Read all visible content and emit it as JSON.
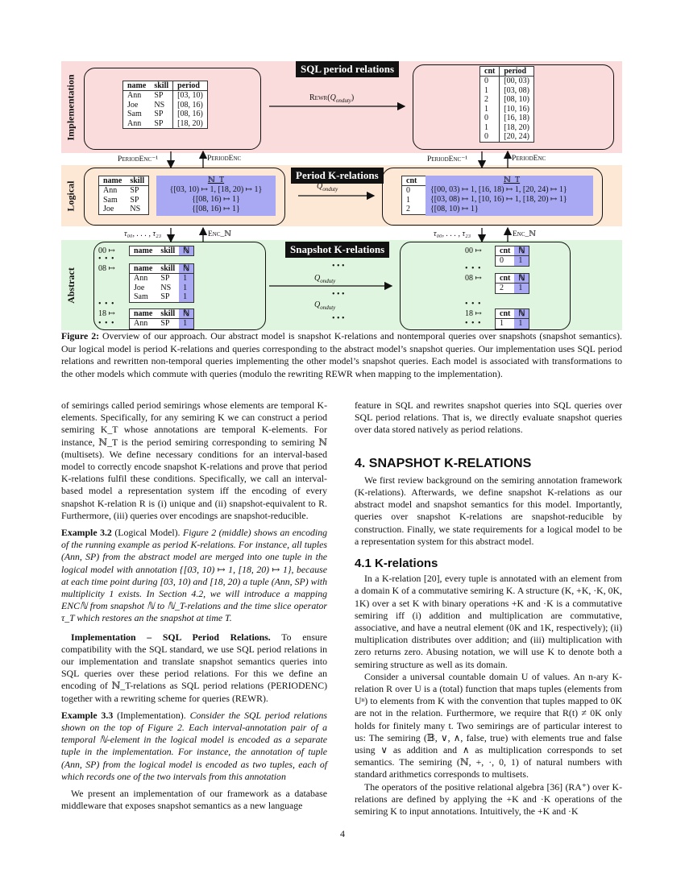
{
  "figure": {
    "band_labels": {
      "implementation": "Implementation",
      "logical": "Logical",
      "abstract": "Abstract"
    },
    "titles": {
      "sql": "SQL period relations",
      "period": "Period K-relations",
      "snapshot": "Snapshot K-relations"
    },
    "impl_left": {
      "headers": [
        "name",
        "skill",
        "period"
      ],
      "rows": [
        [
          "Ann",
          "SP",
          "[03, 10)"
        ],
        [
          "Joe",
          "NS",
          "[08, 16)"
        ],
        [
          "Sam",
          "SP",
          "[08, 16)"
        ],
        [
          "Ann",
          "SP",
          "[18, 20)"
        ]
      ]
    },
    "impl_right": {
      "headers": [
        "cnt",
        "period"
      ],
      "rows": [
        [
          "0",
          "[00, 03)"
        ],
        [
          "1",
          "[03, 08)"
        ],
        [
          "2",
          "[08, 10)"
        ],
        [
          "1",
          "[10, 16)"
        ],
        [
          "0",
          "[16, 18)"
        ],
        [
          "1",
          "[18, 20)"
        ],
        [
          "0",
          "[20, 24)"
        ]
      ]
    },
    "rewr_label": "Rewr(Q_onduty)",
    "enc_left_down": "PeriodEnc⁻¹",
    "enc_left_up": "PeriodEnc",
    "enc_right_down": "PeriodEnc⁻¹",
    "enc_right_up": "PeriodEnc",
    "log_left": {
      "headers": [
        "name",
        "skill"
      ],
      "rows": [
        [
          "Ann",
          "SP"
        ],
        [
          "Sam",
          "SP"
        ],
        [
          "Joe",
          "NS"
        ]
      ],
      "annot_header": "ℕ_T",
      "annots": [
        "{[03, 10) ↦ 1, [18, 20) ↦ 1}",
        "{[08, 16) ↦ 1}",
        "{[08, 16) ↦ 1}"
      ]
    },
    "log_arrow": "Q_onduty",
    "log_right": {
      "headers": [
        "cnt"
      ],
      "rows": [
        [
          "0"
        ],
        [
          "1"
        ],
        [
          "2"
        ]
      ],
      "annot_header": "ℕ_T",
      "annots": [
        "{[00, 03) ↦ 1, [16, 18) ↦ 1, [20, 24) ↦ 1}",
        "{[03, 08) ↦ 1, [10, 16) ↦ 1, [18, 20) ↦ 1}",
        "{[08, 10) ↦ 1}"
      ]
    },
    "tau_left": "τ₀₀, . . . , τ₂₃",
    "tau_right": "τ₀₀, . . . , τ₂₃",
    "encn_left": "Enc_ℕ",
    "encn_right": "Enc_ℕ",
    "abs_left": {
      "t00": "00 ↦",
      "dots": "• • •",
      "t08": "08 ↦",
      "t18": "18 ↦",
      "headers": [
        "name",
        "skill",
        "ℕ"
      ],
      "rows08": [
        [
          "Ann",
          "SP",
          "1"
        ],
        [
          "Joe",
          "NS",
          "1"
        ],
        [
          "Sam",
          "SP",
          "1"
        ]
      ],
      "rows18": [
        [
          "Ann",
          "SP",
          "1"
        ]
      ]
    },
    "abs_arrow": "Q_onduty",
    "abs_right": {
      "t00": "00 ↦",
      "t08": "08 ↦",
      "t18": "18 ↦",
      "headers": [
        "cnt",
        "ℕ"
      ],
      "row00": [
        "0",
        "1"
      ],
      "row08": [
        "2",
        "1"
      ],
      "row18": [
        "1",
        "1"
      ]
    }
  },
  "caption": {
    "label": "Figure 2:",
    "text": "Overview of our approach. Our abstract model is snapshot K-relations and nontemporal queries over snapshots (snapshot semantics). Our logical model is period K-relations and queries corresponding to the abstract model’s snapshot queries. Our implementation uses SQL period relations and rewritten non-temporal queries implementing the other model’s snapshot queries. Each model is associated with transformations to the other models which commute with queries (modulo the rewriting REWR when mapping to the implementation)."
  },
  "left_col": {
    "p1": "of semirings called period semirings whose elements are temporal K-elements. Specifically, for any semiring K we can construct a period semiring K_T whose annotations are temporal K-elements. For instance, ℕ_T is the period semiring corresponding to semiring ℕ (multisets). We define necessary conditions for an interval-based model to correctly encode snapshot K-relations and prove that period K-relations fulfil these conditions. Specifically, we call an interval-based model a representation system iff the encoding of every snapshot K-relation R is (i) unique and (ii) snapshot-equivalent to R. Furthermore, (iii) queries over encodings are snapshot-reducible.",
    "ex32_label": "Example 3.2",
    "ex32_title": "(Logical Model).",
    "ex32_text": "Figure 2 (middle) shows an encoding of the running example as period K-relations. For instance, all tuples (Ann, SP) from the abstract model are merged into one tuple in the logical model with annotation {[03, 10) ↦ 1, [18, 20) ↦ 1}, because at each time point during [03, 10) and [18, 20) a tuple (Ann, SP) with multiplicity 1 exists. In Section 4.2, we will introduce a mapping ENCℕ from snapshot ℕ to ℕ_T-relations and the time slice operator τ_T which restores an the snapshot at time T.",
    "impl_label": "Implementation – SQL Period Relations.",
    "impl_text": "To ensure compatibility with the SQL standard, we use SQL period relations in our implementation and translate snapshot semantics queries into SQL queries over these period relations. For this we define an encoding of ℕ_T-relations as SQL period relations (PERIODENC) together with a rewriting scheme for queries (REWR).",
    "ex33_label": "Example 3.3",
    "ex33_title": "(Implementation).",
    "ex33_text": "Consider the SQL period relations shown on the top of Figure 2. Each interval-annotation pair of a temporal ℕ-element in the logical model is encoded as a separate tuple in the implementation. For instance, the annotation of tuple (Ann, SP) from the logical model is encoded as two tuples, each of which records one of the two intervals from this annotation",
    "p_last": "We present an implementation of our framework as a database middleware that exposes snapshot semantics as a new language"
  },
  "right_col": {
    "p1": "feature in SQL and rewrites snapshot queries into SQL queries over SQL period relations. That is, we directly evaluate snapshot queries over data stored natively as period relations.",
    "h4": "4.   SNAPSHOT K-RELATIONS",
    "p2": "We first review background on the semiring annotation framework (K-relations). Afterwards, we define snapshot K-relations as our abstract model and snapshot semantics for this model. Importantly, queries over snapshot K-relations are snapshot-reducible by construction. Finally, we state requirements for a logical model to be a representation system for this abstract model.",
    "h41": "4.1   K-relations",
    "p3": "In a K-relation [20], every tuple is annotated with an element from a domain K of a commutative semiring K. A structure (K, +K, ·K, 0K, 1K) over a set K with binary operations +K and ·K is a commutative semiring iff (i) addition and multiplication are commutative, associative, and have a neutral element (0K and 1K, respectively); (ii) multiplication distributes over addition; and (iii) multiplication with zero returns zero. Abusing notation, we will use K to denote both a semiring structure as well as its domain.",
    "p4": "Consider a universal countable domain U of values. An n-ary K-relation R over U is a (total) function that maps tuples (elements from Uⁿ) to elements from K with the convention that tuples mapped to 0K are not in the relation. Furthermore, we require that R(t) ≠ 0K only holds for finitely many t. Two semirings are of particular interest to us: The semiring (𝔹, ∨, ∧, false, true) with elements true and false using ∨ as addition and ∧ as multiplication corresponds to set semantics. The semiring (ℕ, +, ·, 0, 1) of natural numbers with standard arithmetics corresponds to multisets.",
    "p5": "The operators of the positive relational algebra [36] (RA⁺) over K-relations are defined by applying the +K and ·K operations of the semiring K to input annotations. Intuitively, the +K and ·K"
  },
  "page_number": "4"
}
